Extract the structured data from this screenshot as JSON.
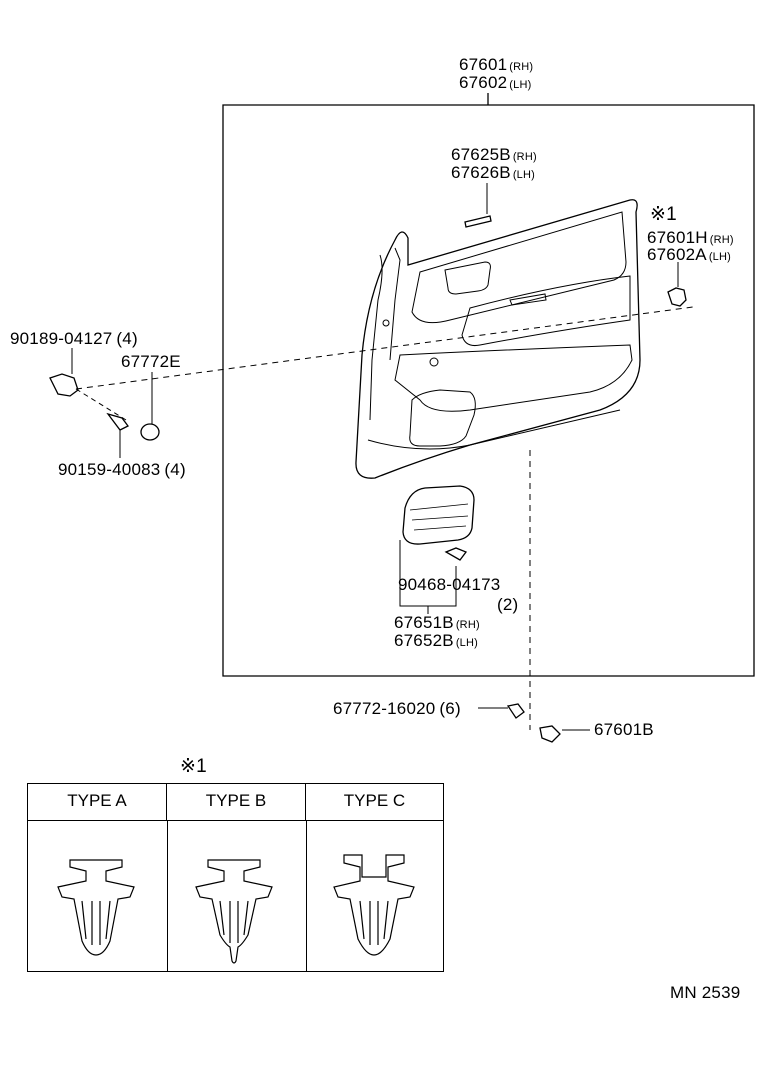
{
  "main_assembly": {
    "part": "67601",
    "rh": "(RH)",
    "part2": "67602",
    "lh": "(LH)"
  },
  "inner_handle_bezel": {
    "part": "67625B",
    "rh": "(RH)",
    "part2": "67626B",
    "lh": "(LH)"
  },
  "clip_note": {
    "mark": "※1",
    "part": "67601H",
    "rh": "(RH)",
    "part2": "67602A",
    "lh": "(LH)"
  },
  "left_parts": {
    "clip": {
      "part": "90189-04127",
      "qty": "(4)"
    },
    "cap": {
      "part": "67772E"
    },
    "screw": {
      "part": "90159-40083",
      "qty": "(4)"
    }
  },
  "pocket_parts": {
    "clip": {
      "part": "90468-04173",
      "qty": "(2)"
    },
    "pocket": {
      "part": "67651B",
      "rh": "(RH)",
      "part2": "67652B",
      "lh": "(LH)"
    }
  },
  "bottom_parts": {
    "clip": {
      "part": "67772-16020",
      "qty": "(6)"
    },
    "fastener": {
      "part": "67601B"
    }
  },
  "clip_types": {
    "mark": "※1",
    "headers": [
      "TYPE A",
      "TYPE B",
      "TYPE C"
    ]
  },
  "drawing_number": "MN 2539"
}
